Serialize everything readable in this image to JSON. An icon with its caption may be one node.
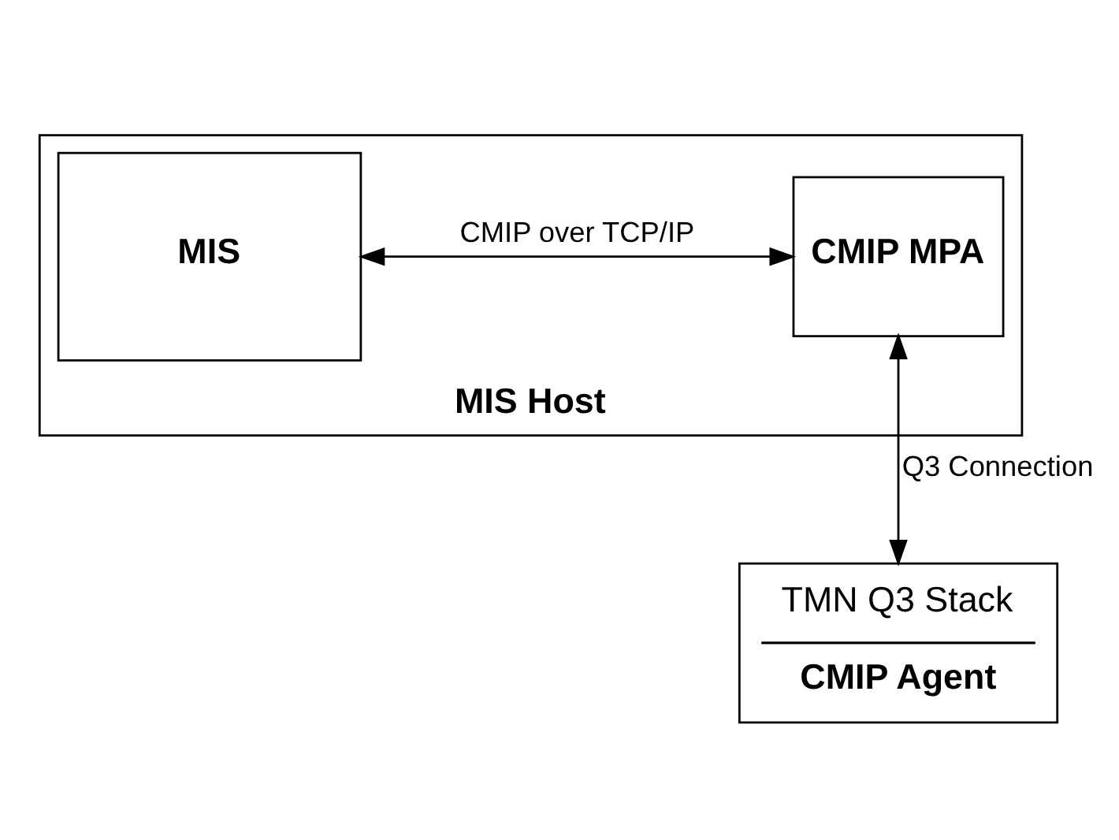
{
  "diagram": {
    "nodes": [
      {
        "text": [
          "MIS Host"
        ]
      },
      {
        "text": [
          "MIS"
        ],
        "in": 0
      },
      {
        "text": [
          "CMIP MPA"
        ],
        "in": 0
      },
      {
        "text": [
          "TMN Q3 Stack",
          "CMIP Agent"
        ]
      }
    ],
    "edges": [
      {
        "from": 1,
        "to": 2,
        "arrow": "both",
        "label": "CMIP over TCP/IP"
      },
      {
        "from": 2,
        "to": 3,
        "arrow": "both",
        "label": "Q3 Connection"
      }
    ]
  }
}
